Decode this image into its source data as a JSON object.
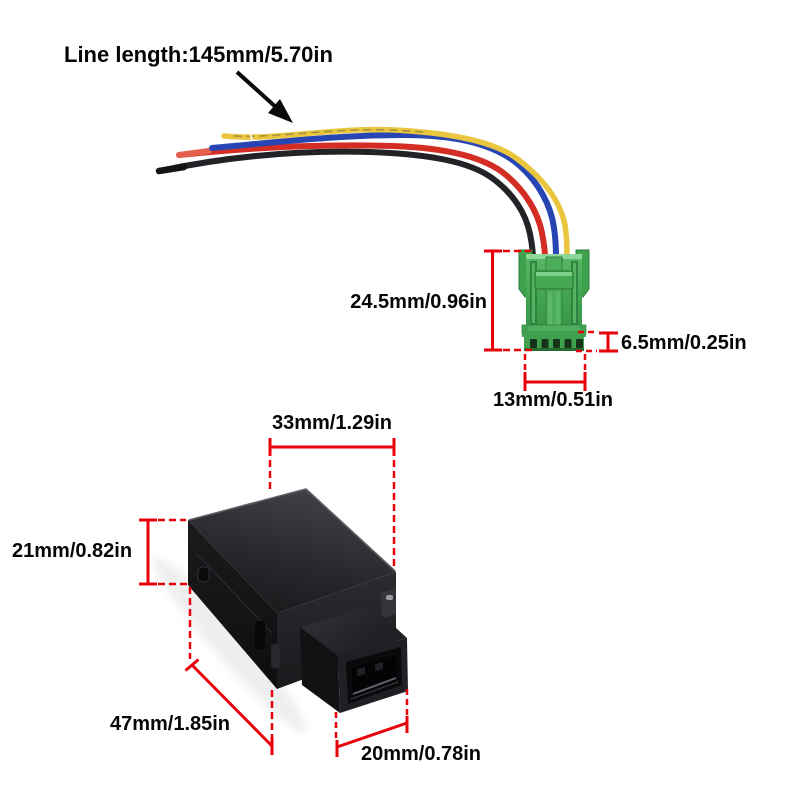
{
  "image": {
    "type": "product-dimension-diagram",
    "background_color": "#ffffff",
    "annotation_line_color": "#e8000a",
    "annotation_text_color": "#060606"
  },
  "annotations": {
    "line_length_label": "Line length:145mm/5.70in",
    "connector_height_label": "24.5mm/0.96in",
    "connector_tab_height_label": "6.5mm/0.25in",
    "connector_width_label": "13mm/0.51in",
    "module_top_width_label": "33mm/1.29in",
    "module_height_label": "21mm/0.82in",
    "module_length_label": "47mm/1.85in",
    "port_width_label": "20mm/0.78in"
  },
  "objects": {
    "wires": [
      {
        "name": "yellow-wire",
        "color": "#e9c63e"
      },
      {
        "name": "blue-wire",
        "color": "#2746b4"
      },
      {
        "name": "red-wire",
        "color": "#d32d24"
      },
      {
        "name": "black-wire",
        "color": "#232327"
      }
    ],
    "connector": {
      "name": "green-connector",
      "body_color": "#44a854",
      "slot_color": "#143318"
    },
    "module": {
      "name": "black-adapter-module",
      "top_color": "#2e2e33",
      "port_color": "#1f1f23"
    }
  }
}
